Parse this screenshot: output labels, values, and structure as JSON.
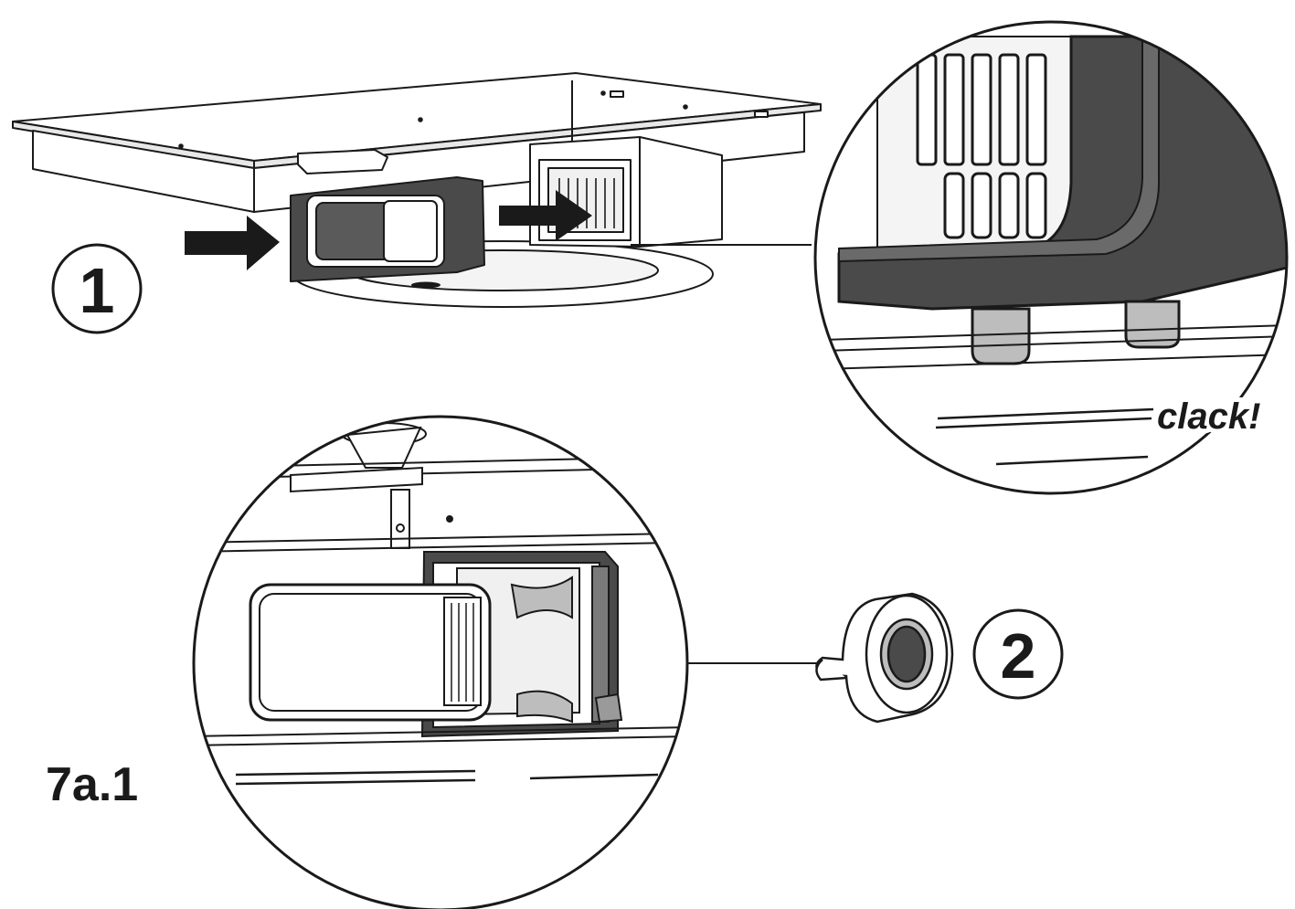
{
  "step_markers": [
    {
      "number": "1"
    },
    {
      "number": "2"
    }
  ],
  "callout_text": "clack!",
  "figure_label": "7a.1",
  "colors": {
    "line": "#1a1a1a",
    "dark_part": "#4a4a4a",
    "mid_part": "#7a7a7a",
    "light_part": "#bdbdbd",
    "background": "#ffffff"
  },
  "icons": [
    "arrow-right-icon",
    "tape-roll-icon"
  ]
}
